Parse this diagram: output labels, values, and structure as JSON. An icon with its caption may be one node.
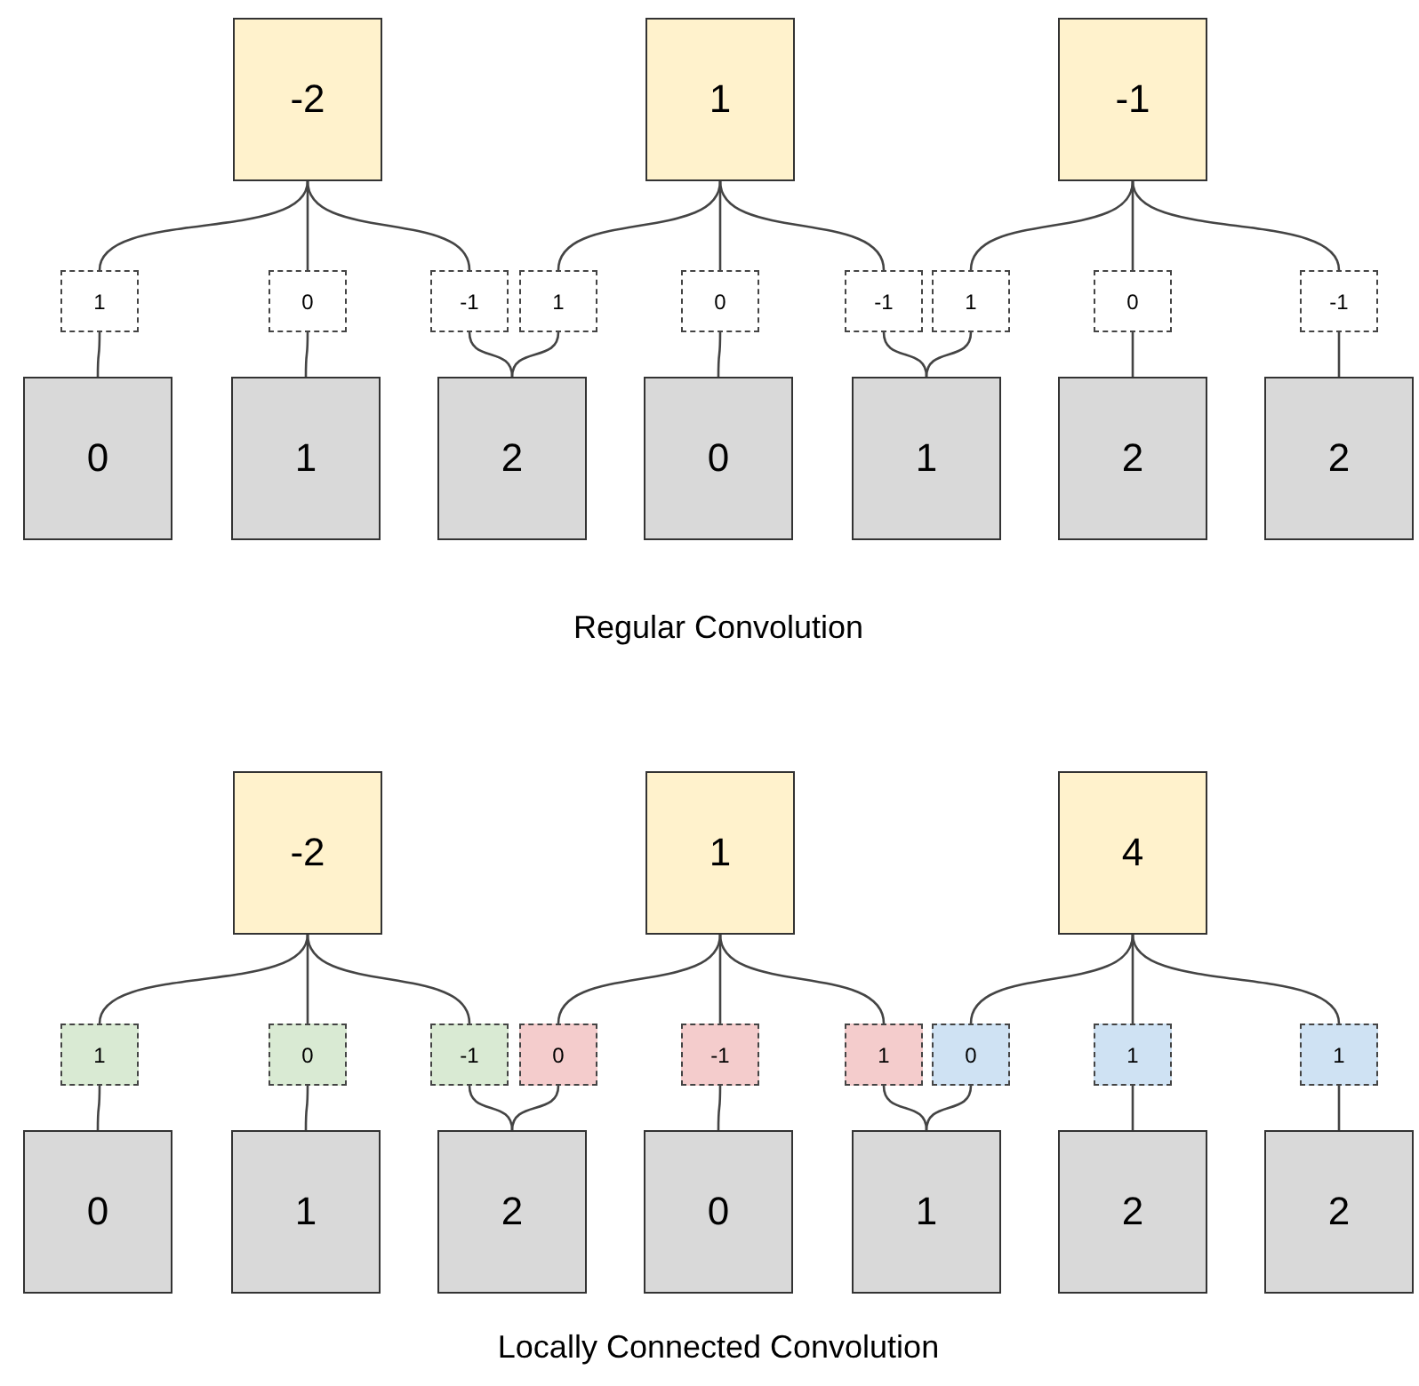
{
  "diagram": {
    "nodes": [
      {
        "text": [
          "-2"
        ]
      },
      {
        "text": [
          "1"
        ]
      },
      {
        "text": [
          "-1"
        ]
      },
      {
        "text": [
          "1"
        ]
      },
      {
        "text": [
          "0"
        ]
      },
      {
        "text": [
          "-1"
        ]
      },
      {
        "text": [
          "1"
        ]
      },
      {
        "text": [
          "0"
        ]
      },
      {
        "text": [
          "-1"
        ]
      },
      {
        "text": [
          "1"
        ]
      },
      {
        "text": [
          "0"
        ]
      },
      {
        "text": [
          "-1"
        ]
      },
      {
        "text": [
          "0"
        ]
      },
      {
        "text": [
          "1"
        ]
      },
      {
        "text": [
          "2"
        ]
      },
      {
        "text": [
          "0"
        ]
      },
      {
        "text": [
          "1"
        ]
      },
      {
        "text": [
          "2"
        ]
      },
      {
        "text": [
          "2"
        ]
      },
      {
        "text": [
          "-2"
        ]
      },
      {
        "text": [
          "1"
        ]
      },
      {
        "text": [
          "4"
        ]
      },
      {
        "text": [
          "1"
        ]
      },
      {
        "text": [
          "0"
        ]
      },
      {
        "text": [
          "-1"
        ]
      },
      {
        "text": [
          "0"
        ]
      },
      {
        "text": [
          "-1"
        ]
      },
      {
        "text": [
          "1"
        ]
      },
      {
        "text": [
          "0"
        ]
      },
      {
        "text": [
          "1"
        ]
      },
      {
        "text": [
          "1"
        ]
      },
      {
        "text": [
          "0"
        ]
      },
      {
        "text": [
          "1"
        ]
      },
      {
        "text": [
          "2"
        ]
      },
      {
        "text": [
          "0"
        ]
      },
      {
        "text": [
          "1"
        ]
      },
      {
        "text": [
          "2"
        ]
      },
      {
        "text": [
          "2"
        ]
      }
    ],
    "edges": [
      {
        "from": 0,
        "to": 3,
        "arrow": "none"
      },
      {
        "from": 0,
        "to": 4,
        "arrow": "none"
      },
      {
        "from": 0,
        "to": 5,
        "arrow": "none"
      },
      {
        "from": 1,
        "to": 6,
        "arrow": "none"
      },
      {
        "from": 1,
        "to": 7,
        "arrow": "none"
      },
      {
        "from": 1,
        "to": 8,
        "arrow": "none"
      },
      {
        "from": 2,
        "to": 9,
        "arrow": "none"
      },
      {
        "from": 2,
        "to": 10,
        "arrow": "none"
      },
      {
        "from": 2,
        "to": 11,
        "arrow": "none"
      },
      {
        "from": 3,
        "to": 12,
        "arrow": "none"
      },
      {
        "from": 4,
        "to": 13,
        "arrow": "none"
      },
      {
        "from": 5,
        "to": 14,
        "arrow": "none"
      },
      {
        "from": 6,
        "to": 14,
        "arrow": "none"
      },
      {
        "from": 7,
        "to": 15,
        "arrow": "none"
      },
      {
        "from": 8,
        "to": 16,
        "arrow": "none"
      },
      {
        "from": 9,
        "to": 16,
        "arrow": "none"
      },
      {
        "from": 10,
        "to": 17,
        "arrow": "none"
      },
      {
        "from": 11,
        "to": 18,
        "arrow": "none"
      },
      {
        "from": 19,
        "to": 22,
        "arrow": "none"
      },
      {
        "from": 19,
        "to": 23,
        "arrow": "none"
      },
      {
        "from": 19,
        "to": 24,
        "arrow": "none"
      },
      {
        "from": 20,
        "to": 25,
        "arrow": "none"
      },
      {
        "from": 20,
        "to": 26,
        "arrow": "none"
      },
      {
        "from": 20,
        "to": 27,
        "arrow": "none"
      },
      {
        "from": 21,
        "to": 28,
        "arrow": "none"
      },
      {
        "from": 21,
        "to": 29,
        "arrow": "none"
      },
      {
        "from": 21,
        "to": 30,
        "arrow": "none"
      },
      {
        "from": 22,
        "to": 31,
        "arrow": "none"
      },
      {
        "from": 23,
        "to": 32,
        "arrow": "none"
      },
      {
        "from": 24,
        "to": 33,
        "arrow": "none"
      },
      {
        "from": 25,
        "to": 33,
        "arrow": "none"
      },
      {
        "from": 26,
        "to": 34,
        "arrow": "none"
      },
      {
        "from": 27,
        "to": 35,
        "arrow": "none"
      },
      {
        "from": 28,
        "to": 35,
        "arrow": "none"
      },
      {
        "from": 29,
        "to": 36,
        "arrow": "none"
      },
      {
        "from": 30,
        "to": 37,
        "arrow": "none"
      }
    ],
    "labels": [
      "Regular Convolution",
      "Locally Connected Convolution"
    ]
  }
}
